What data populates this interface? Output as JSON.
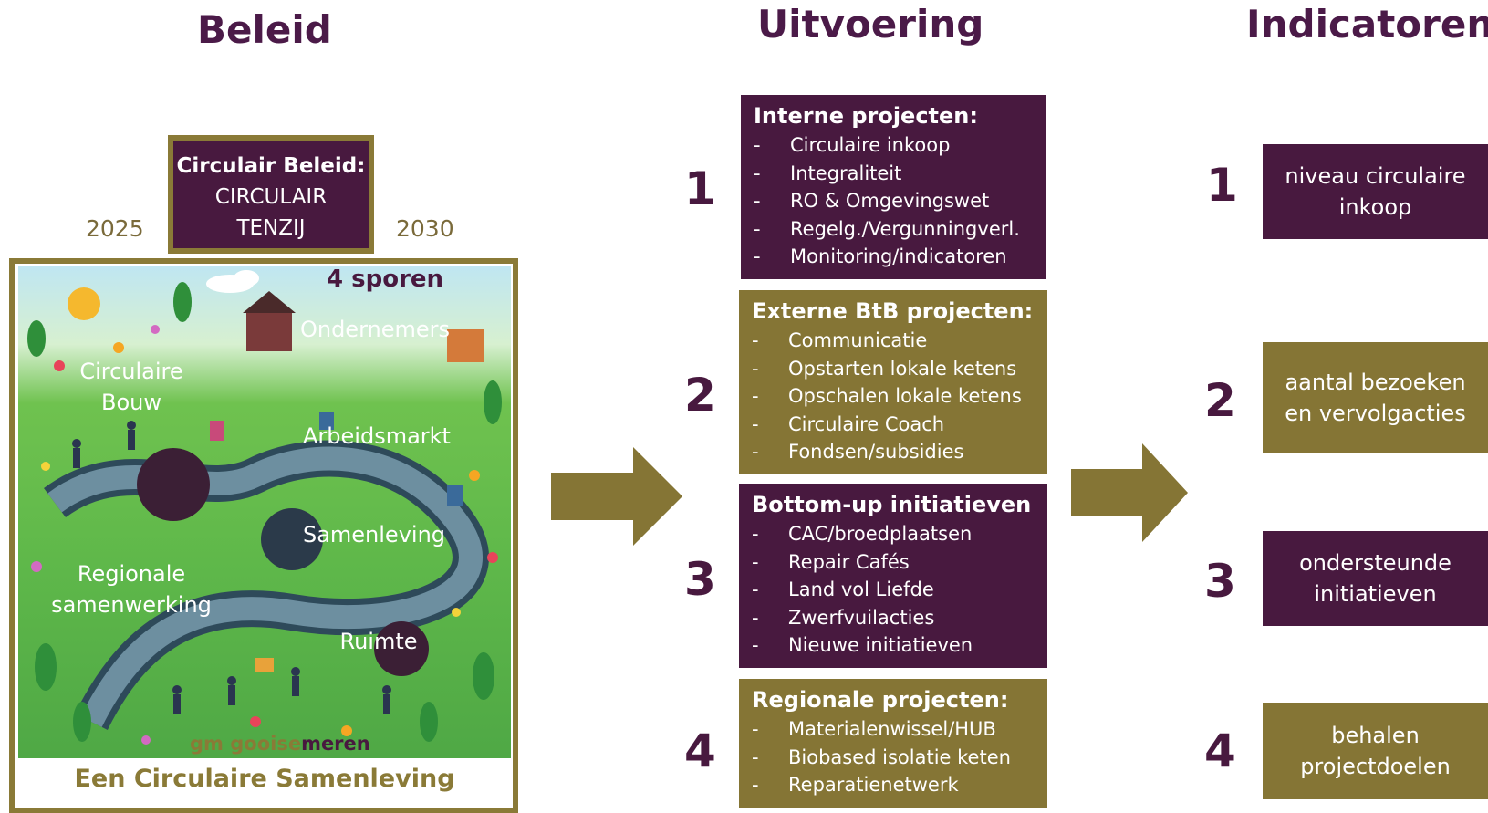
{
  "headers": {
    "beleid": "Beleid",
    "uitvoering": "Uitvoering",
    "indicatoren": "Indicatoren"
  },
  "policy": {
    "title": "Circulair Beleid:",
    "line1": "CIRCULAIR",
    "line2": "TENZIJ",
    "year_start": "2025",
    "year_end": "2030"
  },
  "sporen_label": "4 sporen",
  "tracks": [
    {
      "label": "Circulaire Bouw",
      "color": "#857535"
    },
    {
      "label": "Ondernemers",
      "color": "#48193f"
    },
    {
      "label": "Arbeidsmarkt",
      "color": "#48193f"
    },
    {
      "label": "Samenleving",
      "color": "#48193f"
    },
    {
      "label": "Regionale samenwerking",
      "color": "#857535"
    },
    {
      "label": "Ruimte",
      "color": "#48193f"
    }
  ],
  "logo": {
    "gm": "gm",
    "gooise": "gooise",
    "meren": "meren"
  },
  "caption": "Een Circulaire Samenleving",
  "projects": [
    {
      "number": "1",
      "title": "Interne projecten:",
      "items": [
        "Circulaire inkoop",
        "Integraliteit",
        "RO & Omgevingswet",
        "Regelg./Vergunningverl.",
        "Monitoring/indicatoren"
      ]
    },
    {
      "number": "2",
      "title": "Externe BtB projecten:",
      "items": [
        "Communicatie",
        "Opstarten lokale ketens",
        "Opschalen lokale ketens",
        "Circulaire Coach",
        "Fondsen/subsidies"
      ]
    },
    {
      "number": "3",
      "title": "Bottom-up initiatieven",
      "items": [
        "CAC/broedplaatsen",
        "Repair Cafés",
        "Land vol Liefde",
        "Zwerfvuilacties",
        "Nieuwe initiatieven"
      ]
    },
    {
      "number": "4",
      "title": "Regionale projecten:",
      "items": [
        "Materialenwissel/HUB",
        "Biobased isolatie keten",
        "Reparatienetwerk"
      ]
    }
  ],
  "indicators": [
    {
      "number": "1",
      "line1": "niveau circulaire",
      "line2": "inkoop"
    },
    {
      "number": "2",
      "line1": "aantal bezoeken",
      "line2": "en vervolgacties"
    },
    {
      "number": "3",
      "line1": "ondersteunde",
      "line2": "initiatieven"
    },
    {
      "number": "4",
      "line1": "behalen",
      "line2": "projectdoelen"
    }
  ],
  "dash": "-",
  "colors": {
    "purple": "#48193f",
    "gold": "#857535",
    "heading": "#4b1a48"
  }
}
